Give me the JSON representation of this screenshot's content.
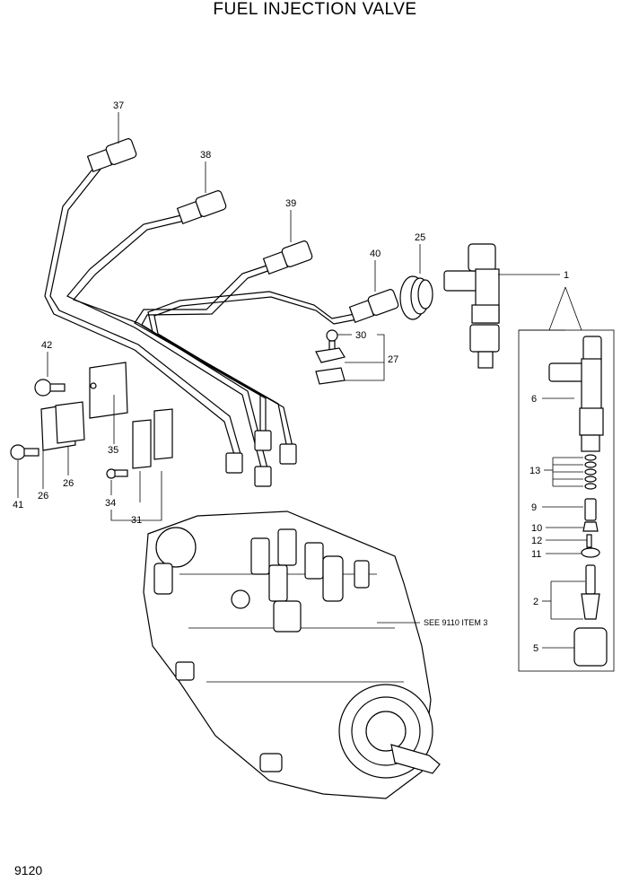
{
  "title": "FUEL INJECTION VALVE",
  "page_number": "9120",
  "reference_note": "SEE 9110 ITEM 3",
  "callouts": [
    {
      "id": "c37",
      "label": "37"
    },
    {
      "id": "c38",
      "label": "38"
    },
    {
      "id": "c39",
      "label": "39"
    },
    {
      "id": "c40",
      "label": "40"
    },
    {
      "id": "c25",
      "label": "25"
    },
    {
      "id": "c1",
      "label": "1"
    },
    {
      "id": "c42",
      "label": "42"
    },
    {
      "id": "c30",
      "label": "30"
    },
    {
      "id": "c27",
      "label": "27"
    },
    {
      "id": "c6",
      "label": "6"
    },
    {
      "id": "c35",
      "label": "35"
    },
    {
      "id": "c26a",
      "label": "26"
    },
    {
      "id": "c26b",
      "label": "26"
    },
    {
      "id": "c41",
      "label": "41"
    },
    {
      "id": "c34",
      "label": "34"
    },
    {
      "id": "c31",
      "label": "31"
    },
    {
      "id": "c13",
      "label": "13"
    },
    {
      "id": "c9",
      "label": "9"
    },
    {
      "id": "c10",
      "label": "10"
    },
    {
      "id": "c12",
      "label": "12"
    },
    {
      "id": "c11",
      "label": "11"
    },
    {
      "id": "c2",
      "label": "2"
    },
    {
      "id": "c5",
      "label": "5"
    }
  ]
}
